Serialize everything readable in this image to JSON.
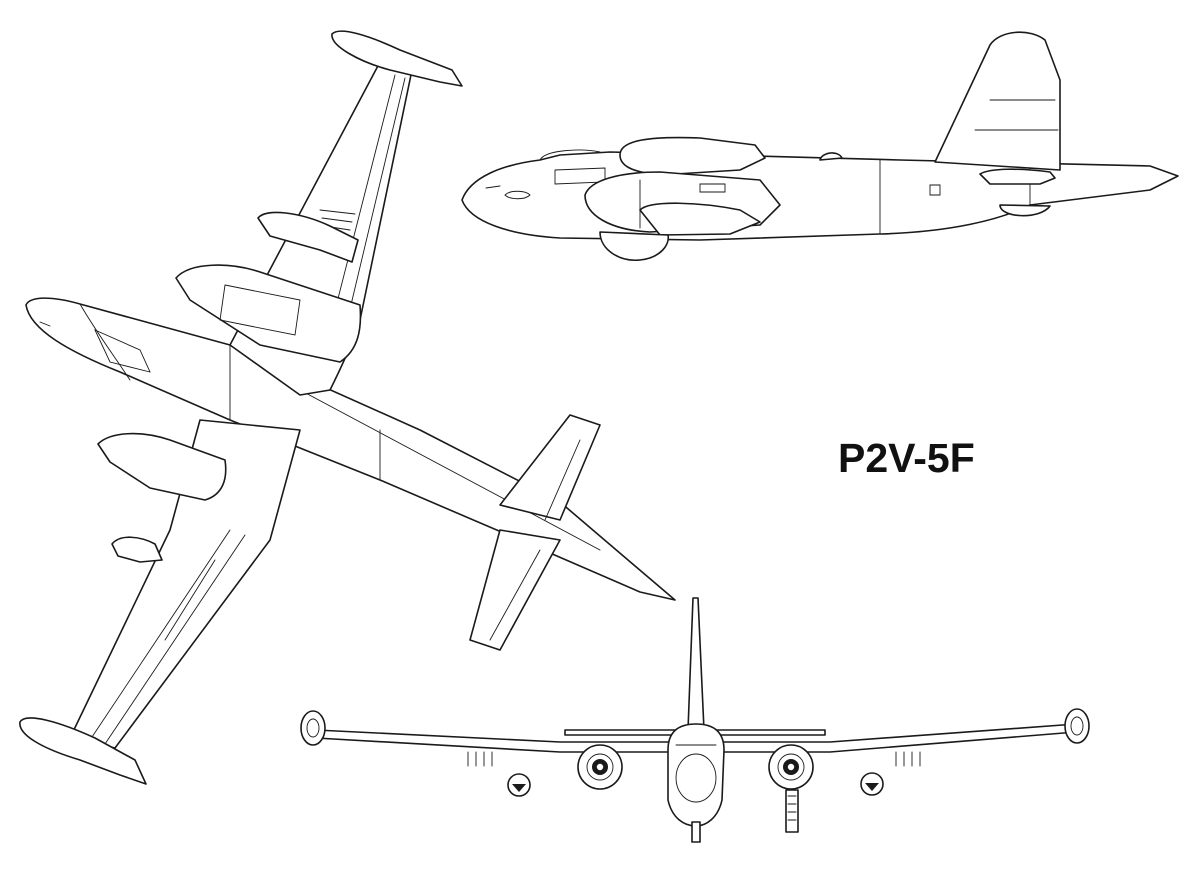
{
  "drawing": {
    "designation": "P2V-5F",
    "views": [
      "top-view",
      "side-view",
      "front-view"
    ],
    "line_color": "#1a1a1a",
    "paper_color": "#ffffff"
  }
}
